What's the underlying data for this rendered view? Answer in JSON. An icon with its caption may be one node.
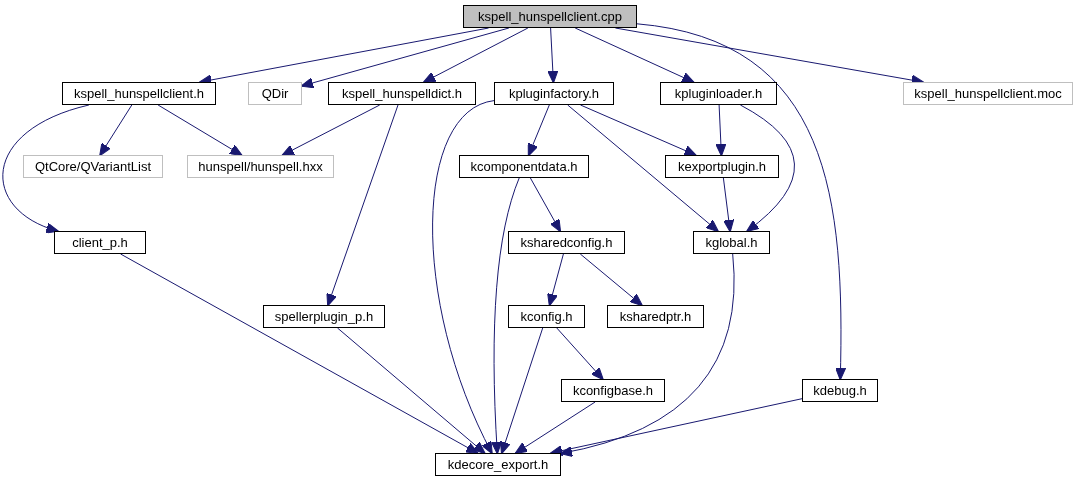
{
  "diagram": {
    "nodes": [
      {
        "text": [
          "kspell_hunspellclient.cpp"
        ]
      },
      {
        "text": [
          "kspell_hunspellclient.h"
        ]
      },
      {
        "text": [
          "QDir"
        ]
      },
      {
        "text": [
          "kspell_hunspelldict.h"
        ]
      },
      {
        "text": [
          "kpluginfactory.h"
        ]
      },
      {
        "text": [
          "kpluginloader.h"
        ]
      },
      {
        "text": [
          "kspell_hunspellclient.moc"
        ]
      },
      {
        "text": [
          "QtCore/QVariantList"
        ]
      },
      {
        "text": [
          "hunspell/hunspell.hxx"
        ]
      },
      {
        "text": [
          "kcomponentdata.h"
        ]
      },
      {
        "text": [
          "kexportplugin.h"
        ]
      },
      {
        "text": [
          "client_p.h"
        ]
      },
      {
        "text": [
          "ksharedconfig.h"
        ]
      },
      {
        "text": [
          "kglobal.h"
        ]
      },
      {
        "text": [
          "spellerplugin_p.h"
        ]
      },
      {
        "text": [
          "kconfig.h"
        ]
      },
      {
        "text": [
          "ksharedptr.h"
        ]
      },
      {
        "text": [
          "kconfigbase.h"
        ]
      },
      {
        "text": [
          "kdebug.h"
        ]
      },
      {
        "text": [
          "kdecore_export.h"
        ]
      }
    ],
    "edges": [
      {
        "from": 0,
        "to": 1,
        "arrow": "to"
      },
      {
        "from": 0,
        "to": 2,
        "arrow": "to"
      },
      {
        "from": 0,
        "to": 3,
        "arrow": "to"
      },
      {
        "from": 0,
        "to": 4,
        "arrow": "to"
      },
      {
        "from": 0,
        "to": 5,
        "arrow": "to"
      },
      {
        "from": 0,
        "to": 6,
        "arrow": "to"
      },
      {
        "from": 0,
        "to": 18,
        "arrow": "to"
      },
      {
        "from": 1,
        "to": 7,
        "arrow": "to"
      },
      {
        "from": 1,
        "to": 8,
        "arrow": "to"
      },
      {
        "from": 1,
        "to": 11,
        "arrow": "to"
      },
      {
        "from": 3,
        "to": 8,
        "arrow": "to"
      },
      {
        "from": 3,
        "to": 14,
        "arrow": "to"
      },
      {
        "from": 4,
        "to": 9,
        "arrow": "to"
      },
      {
        "from": 4,
        "to": 10,
        "arrow": "to"
      },
      {
        "from": 4,
        "to": 13,
        "arrow": "to"
      },
      {
        "from": 4,
        "to": 19,
        "arrow": "to"
      },
      {
        "from": 5,
        "to": 10,
        "arrow": "to"
      },
      {
        "from": 5,
        "to": 13,
        "arrow": "to"
      },
      {
        "from": 9,
        "to": 12,
        "arrow": "to"
      },
      {
        "from": 9,
        "to": 19,
        "arrow": "to"
      },
      {
        "from": 10,
        "to": 13,
        "arrow": "to"
      },
      {
        "from": 11,
        "to": 19,
        "arrow": "to"
      },
      {
        "from": 12,
        "to": 15,
        "arrow": "to"
      },
      {
        "from": 12,
        "to": 16,
        "arrow": "to"
      },
      {
        "from": 13,
        "to": 19,
        "arrow": "to"
      },
      {
        "from": 14,
        "to": 19,
        "arrow": "to"
      },
      {
        "from": 15,
        "to": 17,
        "arrow": "to"
      },
      {
        "from": 15,
        "to": 19,
        "arrow": "to"
      },
      {
        "from": 17,
        "to": 19,
        "arrow": "to"
      },
      {
        "from": 18,
        "to": 19,
        "arrow": "to"
      }
    ]
  }
}
